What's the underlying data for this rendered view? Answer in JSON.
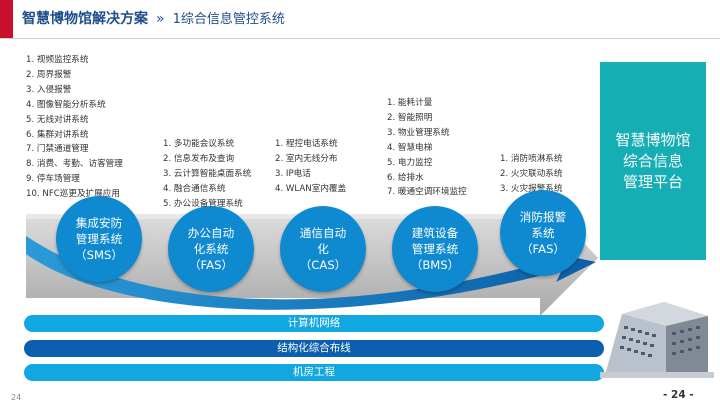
{
  "header": {
    "title": "智慧博物馆解决方案",
    "separator": "»",
    "subtitle": "1综合信息管控系统"
  },
  "lists": {
    "security": [
      "1. 视频监控系统",
      "2. 周界报警",
      "3. 入侵报警",
      "4. 图像智能分析系统",
      "5. 无线对讲系统",
      "6. 集群对讲系统",
      "7. 门禁通道管理",
      "8. 消费、考勤、访客管理",
      "9. 停车场管理",
      "10. NFC巡更及扩展应用"
    ],
    "office": [
      "1. 多功能会议系统",
      "2. 信息发布及查询",
      "3. 云计算智能桌面系统",
      "4. 融合通信系统",
      "5. 办公设备管理系统"
    ],
    "comm": [
      "1. 程控电话系统",
      "2. 室内无线分布",
      "3. IP电话",
      "4. WLAN室内覆盖"
    ],
    "building": [
      "1. 能耗计量",
      "2. 智能照明",
      "3. 物业管理系统",
      "4. 智慧电梯",
      "5. 电力监控",
      "6. 给排水",
      "7. 暖通空调环境监控"
    ],
    "fire": [
      "1. 消防喷淋系统",
      "2. 火灾联动系统",
      "3. 火灾报警系统"
    ]
  },
  "circles": {
    "sms": "集成安防\n管理系统\n（SMS）",
    "fas_office": "办公自动\n化系统\n（FAS）",
    "cas": "通信自动\n化\n（CAS）",
    "bms": "建筑设备\n管理系统\n（BMS）",
    "fas_fire": "消防报警\n系统\n（FAS）"
  },
  "target": "智慧博物馆\n综合信息\n管理平台",
  "bands": {
    "network": "计算机网络",
    "cabling": "结构化综合布线",
    "room": "机房工程"
  },
  "footer": {
    "left_number": "24",
    "page": "- 24 -"
  },
  "colors": {
    "accent_red": "#c8102e",
    "title_blue": "#1f4e8c",
    "circle_blue": "#0f8ad0",
    "teal": "#16aeb5",
    "band_light": "#12a7e0",
    "band_dark": "#0b5fae"
  }
}
